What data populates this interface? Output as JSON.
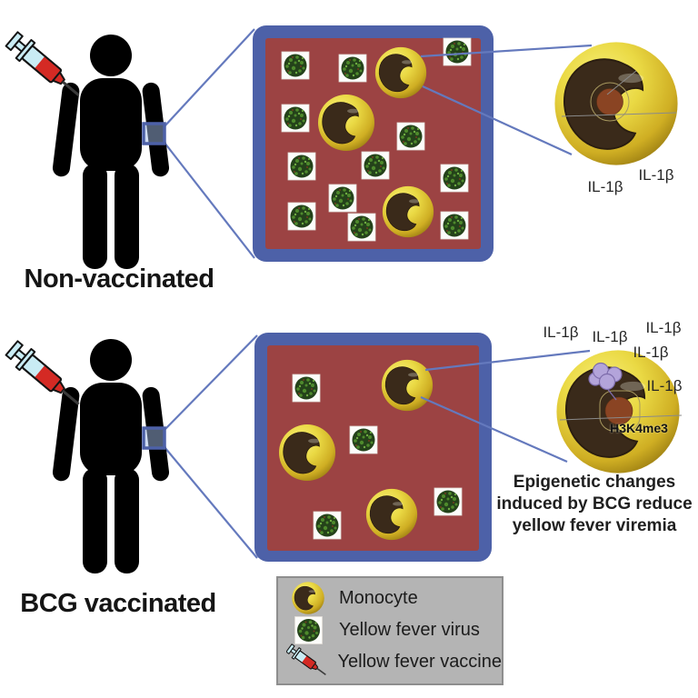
{
  "figure": {
    "type": "scientific-diagram",
    "panels": [
      {
        "title": "Non-vaccinated",
        "cytokine_labels": [
          "IL-1β",
          "IL-1β"
        ],
        "scene": {
          "virus_count": 12,
          "monocyte_count": 3
        }
      },
      {
        "title": "BCG vaccinated",
        "cytokine_labels": [
          "IL-1β",
          "IL-1β",
          "IL-1β",
          "IL-1β",
          "IL-1β"
        ],
        "epigenetic_mark_label": "H3K4me3",
        "caption": "Epigenetic changes induced by BCG reduce yellow fever viremia",
        "scene": {
          "virus_count": 4,
          "monocyte_count": 3
        }
      }
    ],
    "legend": {
      "items": [
        {
          "icon": "monocyte-icon",
          "label": "Monocyte"
        },
        {
          "icon": "virus-icon",
          "label": "Yellow fever virus"
        },
        {
          "icon": "syringe-icon",
          "label": "Yellow fever vaccine"
        }
      ]
    },
    "colors": {
      "vessel_border_blue": "#4d61a8",
      "vessel_fill_maroon": "#9c4343",
      "connector_blue": "#6479bd",
      "monocyte_yellow": "#e9d844",
      "nucleus_brown": "#3a2a1a",
      "vesicle_russet": "#8a4423",
      "histone_purple": "#b3a4da",
      "legend_bg_gray": "#b4b4b4",
      "vaccine_red": "#d42a24",
      "vaccine_cyan": "#c9ecf4",
      "virus_green": "#24421a"
    }
  }
}
